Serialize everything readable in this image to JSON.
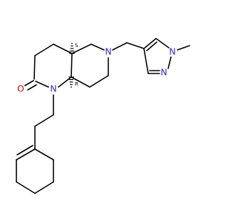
{
  "colors": {
    "bond": "#000000",
    "nitrogen": "#2a2ad8",
    "oxygen": "#e00000",
    "background": "#ffffff"
  },
  "atoms": {
    "o_label": "O",
    "n1_label": "N",
    "n6_label": "N",
    "pyrazole_n1_label": "N",
    "pyrazole_n2_label": "N"
  },
  "stereo": {
    "c4a_label": "S",
    "c8a_label": "R"
  }
}
